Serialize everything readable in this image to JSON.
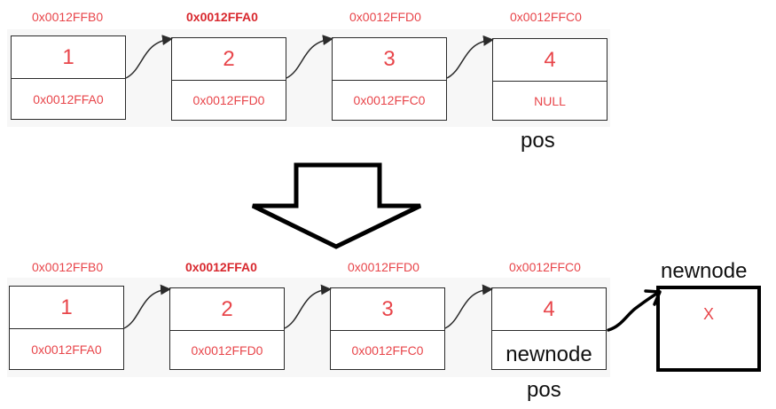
{
  "before": {
    "nodes": [
      {
        "addr": "0x0012FFB0",
        "data": "1",
        "next": "0x0012FFA0"
      },
      {
        "addr": "0x0012FFA0",
        "data": "2",
        "next": "0x0012FFD0"
      },
      {
        "addr": "0x0012FFD0",
        "data": "3",
        "next": "0x0012FFC0"
      },
      {
        "addr": "0x0012FFC0",
        "data": "4",
        "next": "NULL"
      }
    ],
    "pos_label": "pos"
  },
  "after": {
    "nodes": [
      {
        "addr": "0x0012FFB0",
        "data": "1",
        "next": "0x0012FFA0"
      },
      {
        "addr": "0x0012FFA0",
        "data": "2",
        "next": "0x0012FFD0"
      },
      {
        "addr": "0x0012FFD0",
        "data": "3",
        "next": "0x0012FFC0"
      },
      {
        "addr": "0x0012FFC0",
        "data": "4",
        "next": "newnode"
      }
    ],
    "pos_label": "pos",
    "newnode": {
      "label": "newnode",
      "value": "X"
    }
  },
  "colors": {
    "address": "#e8454a",
    "outline": "#2a2a2a",
    "arrow": "#000000"
  }
}
